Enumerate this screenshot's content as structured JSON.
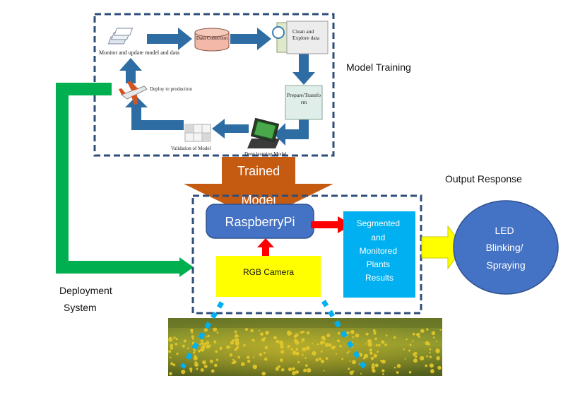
{
  "training": {
    "section_label": "Model Training",
    "steps": {
      "monitor": "Monitor and update model and data",
      "data_collection": "Data Collection",
      "clean": "Clean and Explore data",
      "prepare": "Prepare/Transform",
      "deep_learning": "Deep learning Model",
      "validation": "Validation of Model",
      "deploy": "Deploy to production"
    }
  },
  "trained_model_label": "Trained Model",
  "deployment": {
    "label_line1": "Deployment",
    "label_line2": "System",
    "raspberrypi": "RaspberryPi",
    "camera": "RGB Camera",
    "results_lines": [
      "Segmented",
      "and",
      "Monitored",
      "Plants",
      "Results"
    ]
  },
  "output": {
    "section_label": "Output Response",
    "circle_lines": [
      "LED",
      "Blinking/",
      "Spraying"
    ]
  },
  "colors": {
    "dashed_border": "#2f4d7a",
    "cycle_arrow": "#2e6da4",
    "trained_arrow": "#c55a11",
    "deploy_line": "#00b050",
    "raspberrypi_box": "#4472c4",
    "camera_box": "#ffff00",
    "results_box": "#00b0f0",
    "output_arrow": "#ffff00",
    "output_circle": "#4472c4",
    "red_arrow": "#ff0000",
    "fov_dots": "#00b0f0"
  }
}
